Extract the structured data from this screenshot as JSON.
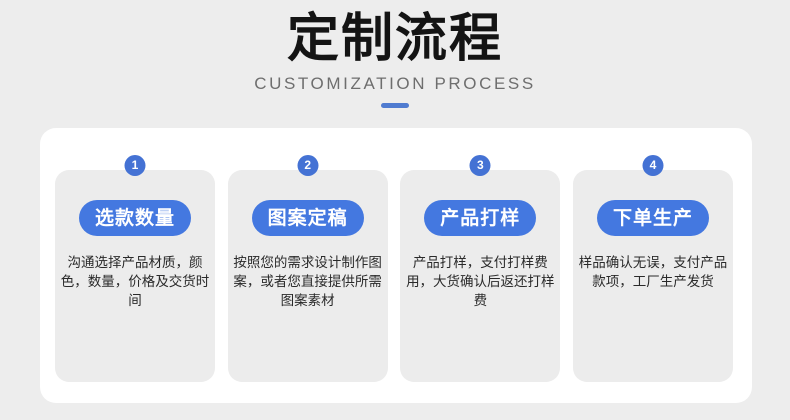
{
  "header": {
    "title": "定制流程",
    "subtitle": "CUSTOMIZATION PROCESS",
    "divider_color": "#4f7bd0"
  },
  "theme": {
    "page_background": "#ededed",
    "panel_background": "#ffffff",
    "card_background": "#ececec",
    "accent_blue": "#4478e0",
    "badge_blue": "#4472d4",
    "text_dark": "#2a2a2a",
    "subtitle_gray": "#6e6e6e"
  },
  "steps": [
    {
      "number": "1",
      "label": "选款数量",
      "description": "沟通选择产品材质，颜色，数量，价格及交货时间"
    },
    {
      "number": "2",
      "label": "图案定稿",
      "description": "按照您的需求设计制作图案，或者您直接提供所需图案素材"
    },
    {
      "number": "3",
      "label": "产品打样",
      "description": "产品打样，支付打样费用，大货确认后返还打样费"
    },
    {
      "number": "4",
      "label": "下单生产",
      "description": "样品确认无误，支付产品款项，工厂生产发货"
    }
  ]
}
